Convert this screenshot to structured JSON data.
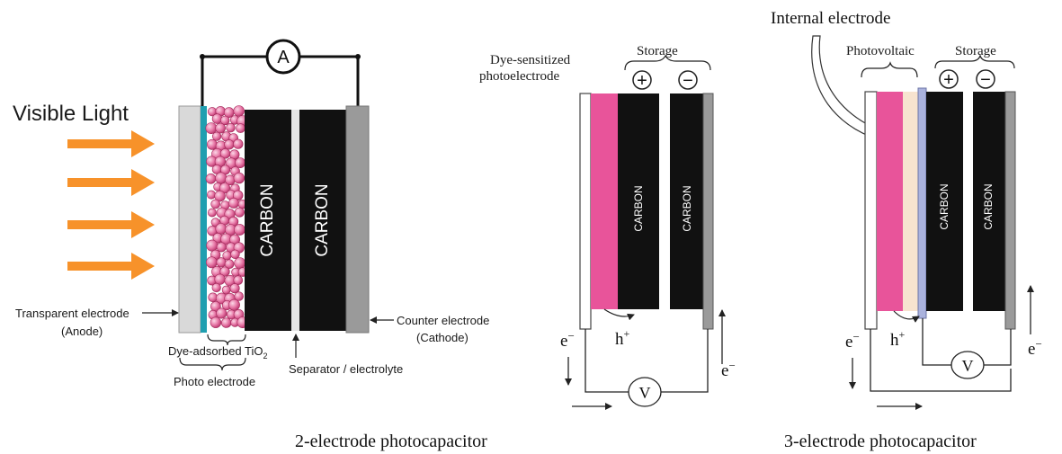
{
  "panel1": {
    "visible_light": "Visible Light",
    "ammeter": "A",
    "carbon_left": "CARBON",
    "carbon_right": "CARBON",
    "transparent_electrode_1": "Transparent electrode",
    "transparent_electrode_2": "(Anode)",
    "dye_adsorbed": "Dye-adsorbed TiO",
    "tio2_sub": "2",
    "photo_electrode": "Photo electrode",
    "separator": "Separator / electrolyte",
    "counter_electrode_1": "Counter electrode",
    "counter_electrode_2": "(Cathode)"
  },
  "panel2": {
    "dye_sensitized_1": "Dye-sensitized",
    "dye_sensitized_2": "photoelectrode",
    "storage": "Storage",
    "plus": "+",
    "minus": "−",
    "carbon_left": "CARBON",
    "carbon_right": "CARBON",
    "electron_left": "e",
    "electron_sup": "−",
    "hole": "h",
    "hole_sup": "+",
    "electron_right": "e",
    "voltmeter": "V",
    "caption": "2-electrode photocapacitor"
  },
  "panel3": {
    "internal_electrode": "Internal electrode",
    "photovoltaic": "Photovoltaic",
    "storage": "Storage",
    "plus": "+",
    "minus": "−",
    "carbon_left": "CARBON",
    "carbon_right": "CARBON",
    "electron_left": "e",
    "electron_sup": "−",
    "hole": "h",
    "hole_sup": "+",
    "electron_right": "e",
    "voltmeter": "V",
    "caption": "3-electrode photocapacitor"
  },
  "colors": {
    "arrow_orange": "#f7922a",
    "dye_pink": "#e8549a",
    "tio2_particle": "#d45584",
    "teal_layer": "#1f9fb0",
    "carbon_black": "#111111",
    "electrode_gray": "#9a9a9a",
    "glass_light": "#d9d9d9",
    "internal_blue": "#aab2dd",
    "peach_layer": "#f7e3cf"
  }
}
